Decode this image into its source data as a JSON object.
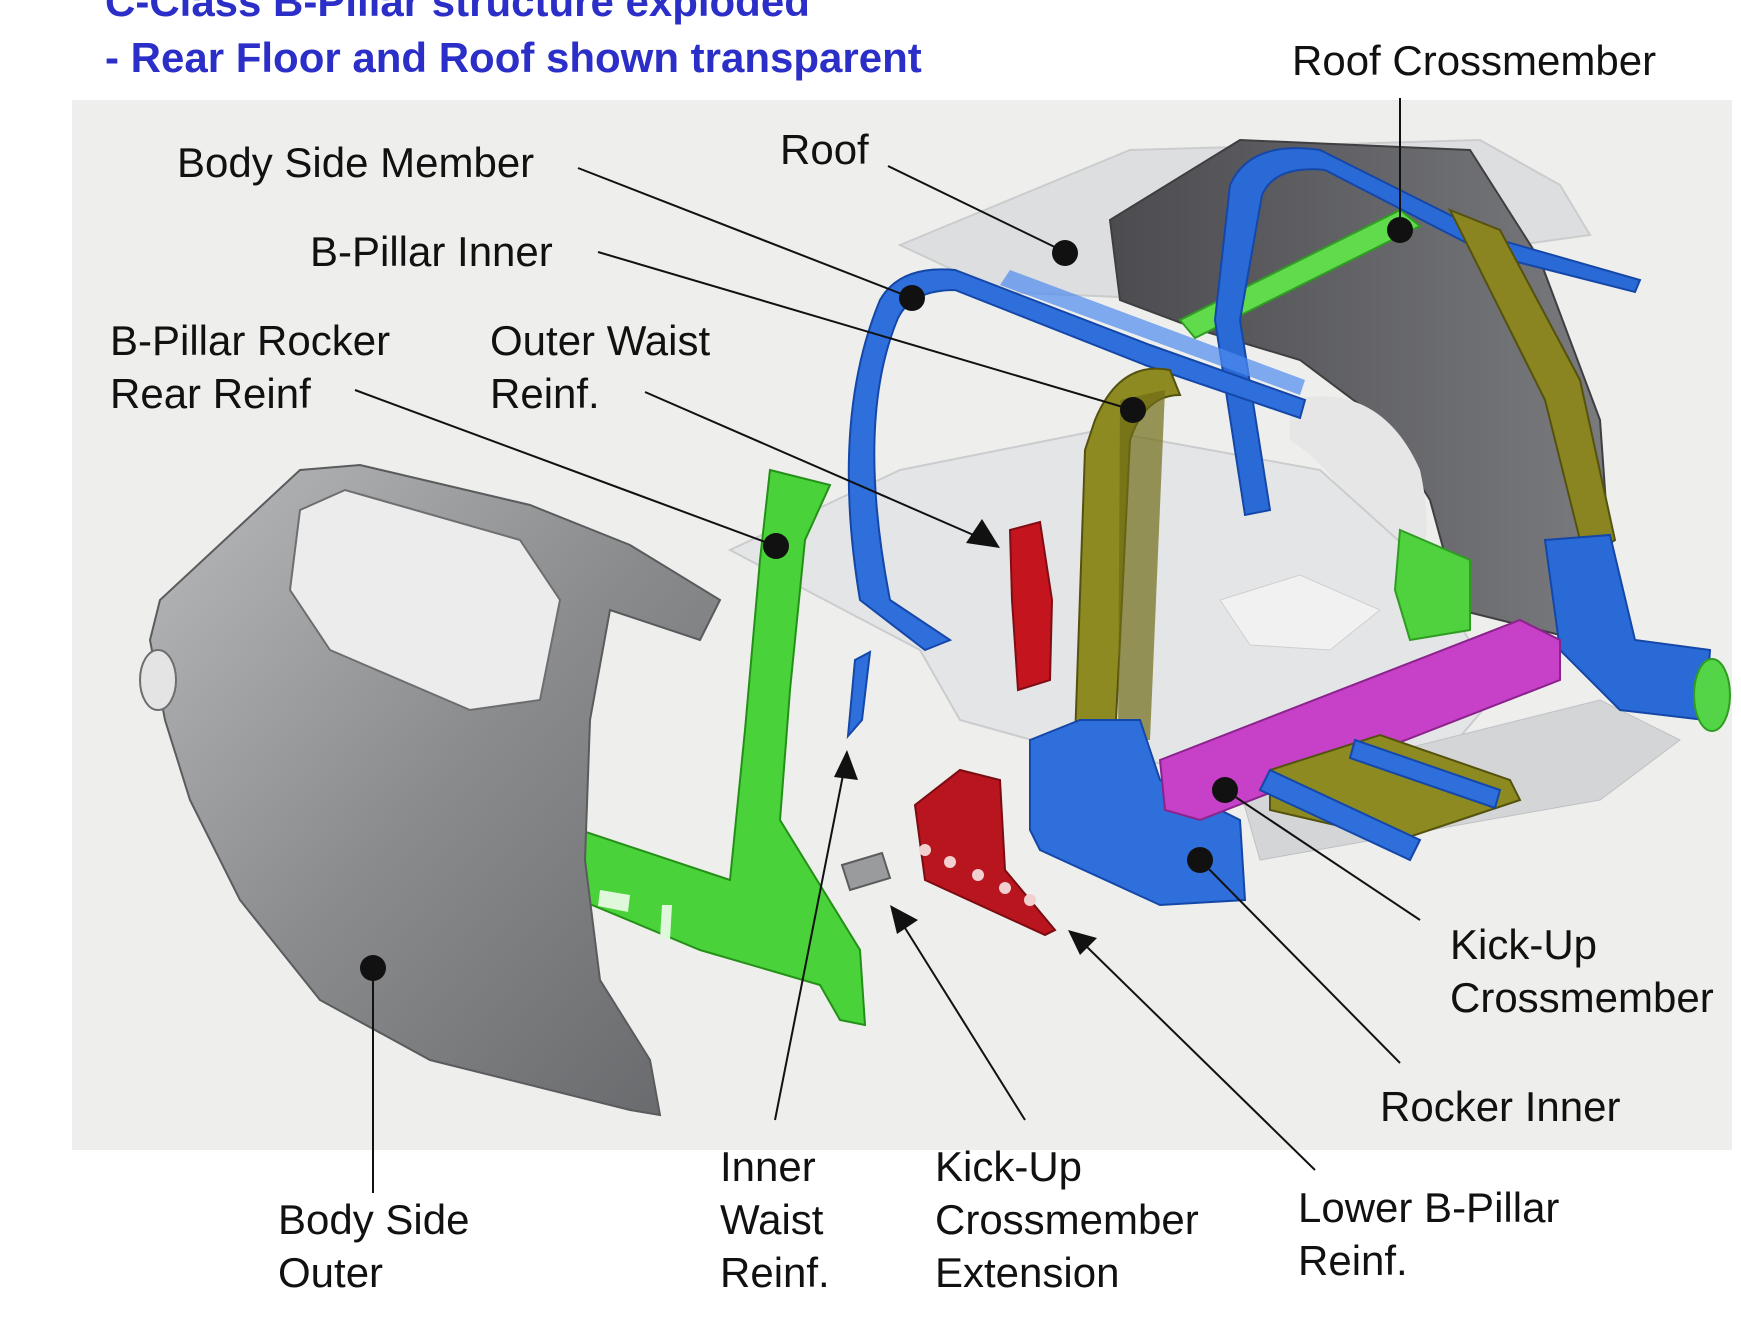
{
  "title": {
    "line1": "C-Class B-Pillar structure exploded",
    "line2": "- Rear Floor and Roof shown transparent"
  },
  "labels": {
    "roof_crossmember": "Roof Crossmember",
    "body_side_member": "Body Side Member",
    "roof": "Roof",
    "b_pillar_inner": "B-Pillar Inner",
    "b_pillar_rocker_rear_reinf": [
      "B-Pillar Rocker",
      "Rear Reinf"
    ],
    "outer_waist_reinf": [
      "Outer Waist",
      "Reinf."
    ],
    "kick_up_crossmember": [
      "Kick-Up",
      "Crossmember"
    ],
    "rocker_inner": "Rocker Inner",
    "body_side_outer": [
      "Body Side",
      "Outer"
    ],
    "inner_waist_reinf": [
      "Inner",
      "Waist",
      "Reinf."
    ],
    "kick_up_crossmember_extension": [
      "Kick-Up",
      "Crossmember",
      "Extension"
    ],
    "lower_b_pillar_reinf": [
      "Lower B-Pillar",
      "Reinf."
    ]
  },
  "colors": {
    "title": "#2b2fc8",
    "blue_part": "#1f5fd0",
    "green_part": "#35d42a",
    "olive_part": "#7d7a1c",
    "red_part": "#c0121c",
    "magenta_part": "#c23dc4",
    "gray_part": "#8d8e90"
  }
}
